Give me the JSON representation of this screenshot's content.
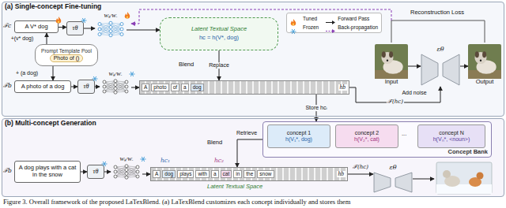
{
  "diagram": {
    "caption": "Figure 3. Overall framework of the proposed LaTexBlend. (a) LaTexBlend customizes each concept individually and stores them",
    "nodes": [
      {
        "text": [
          "(a) Single-concept Fine-tuning"
        ]
      },
      {
        "text": [
          "A V* dog"
        ],
        "in": 0
      },
      {
        "text": [
          "τθ"
        ],
        "in": 0
      },
      {
        "text": [
          "Wₖ/Wᵥ"
        ],
        "in": 0
      },
      {
        "text": [
          "Prompt Template Pool",
          "Photo of ()"
        ],
        "in": 0
      },
      {
        "text": [
          "A photo of a dog"
        ],
        "in": 0
      },
      {
        "text": [
          "τθ"
        ],
        "in": 0
      },
      {
        "text": [
          "Wₖ/Wᵥ"
        ],
        "in": 0
      },
      {
        "text": [
          "Latent Textual Space",
          "hc = h(V*, dog)"
        ],
        "in": 0
      },
      {
        "text": [
          "hb"
        ],
        "in": 0
      },
      {
        "text": [
          "εθ"
        ],
        "in": 0
      },
      {
        "text": [
          "Input"
        ],
        "in": 0
      },
      {
        "text": [
          "Output"
        ],
        "in": 0
      },
      {
        "text": [
          "(b) Multi-concept Generation"
        ]
      },
      {
        "text": [
          "A dog plays with a cat in the snow"
        ],
        "in": 13
      },
      {
        "text": [
          "τθ"
        ],
        "in": 13
      },
      {
        "text": [
          "Wₖ/Wᵥ"
        ],
        "in": 13
      },
      {
        "text": [
          "hb"
        ],
        "in": 13
      },
      {
        "text": [
          "Concept Bank"
        ],
        "in": 13
      },
      {
        "text": [
          "concept 1",
          "h(V₁*, dog)"
        ],
        "in": 18
      },
      {
        "text": [
          "concept 2",
          "h(V₂*, cat)"
        ],
        "in": 18
      },
      {
        "text": [
          "concept N",
          "h(Vₙ*, <noun>)"
        ],
        "in": 18
      },
      {
        "text": [
          "εθ"
        ],
        "in": 13
      }
    ],
    "edges": [
      {
        "from": 1,
        "to": 2,
        "arrow": "to"
      },
      {
        "from": 2,
        "to": 3,
        "arrow": "to"
      },
      {
        "from": 4,
        "to": 1,
        "label": "+(v* dog)",
        "arrow": "to"
      },
      {
        "from": 4,
        "to": 5,
        "label": "+ (a dog)",
        "arrow": "to"
      },
      {
        "from": 5,
        "to": 6,
        "arrow": "to"
      },
      {
        "from": 6,
        "to": 7,
        "arrow": "to"
      },
      {
        "from": 7,
        "to": 9,
        "arrow": "to"
      },
      {
        "from": 3,
        "to": 8,
        "arrow": "to"
      },
      {
        "from": 8,
        "to": 9,
        "label": "Replace",
        "arrow": "to"
      },
      {
        "from": 9,
        "to": 10,
        "label": "ℱ(hc)",
        "arrow": "to"
      },
      {
        "from": 11,
        "to": 10,
        "label": "Add noise",
        "arrow": "to"
      },
      {
        "from": 10,
        "to": 12,
        "arrow": "to"
      },
      {
        "from": 9,
        "to": 18,
        "label": "Store hcᵢ",
        "arrow": "to"
      },
      {
        "from": 18,
        "to": 17,
        "label": "Retrieve",
        "arrow": "to"
      },
      {
        "from": 14,
        "to": 15,
        "arrow": "to"
      },
      {
        "from": 15,
        "to": 16,
        "arrow": "to"
      },
      {
        "from": 16,
        "to": 17,
        "arrow": "to"
      },
      {
        "from": 17,
        "to": 22,
        "label": "ℱ(hc)",
        "arrow": "to"
      }
    ],
    "labels": [
      "ℱc",
      "ℱb",
      "Blend",
      "Reconstruction Loss",
      "A",
      "photo",
      "of",
      "a",
      "dog",
      "ℱb",
      "A",
      "dog",
      "plays",
      "with",
      "a",
      "cat",
      "in",
      "the",
      "snow",
      "hc₁",
      "hc₂",
      "Latent Textual Space",
      "Blend",
      "..."
    ],
    "legend": [
      {
        "text": "Tuned"
      },
      {
        "text": "Forward Pass"
      },
      {
        "text": "Frozen"
      },
      {
        "text": "Back-propagation"
      }
    ]
  }
}
